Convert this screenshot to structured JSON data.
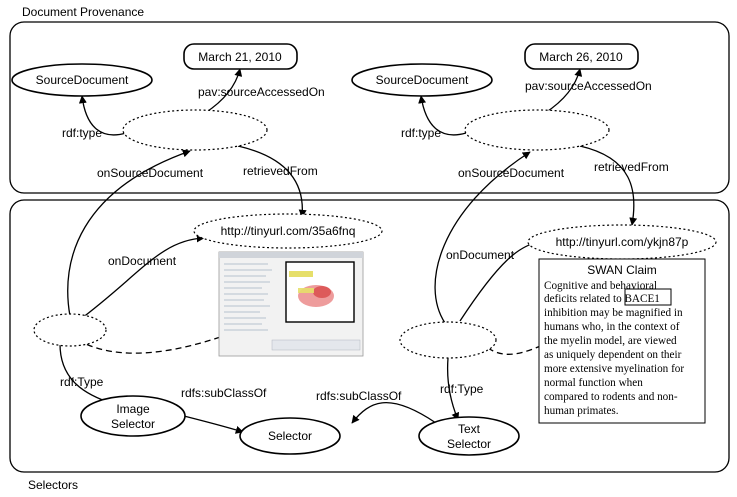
{
  "panels": {
    "top_title": "Document Provenance",
    "bottom_title": "Selectors"
  },
  "left_group": {
    "source_document": "SourceDocument",
    "date": "March 21, 2010",
    "url": "http://tinyurl.com/35a6fnq"
  },
  "right_group": {
    "source_document": "SourceDocument",
    "date": "March 26, 2010",
    "url": "http://tinyurl.com/ykjn87p"
  },
  "edge_labels": {
    "rdf_type": "rdf:type",
    "rdf_type_upper": "rdf:Type",
    "source_accessed_on": "pav:sourceAccessedOn",
    "on_source_document": "onSourceDocument",
    "retrieved_from": "retrievedFrom",
    "on_document": "onDocument",
    "subclass_of": "rdfs:subClassOf"
  },
  "selector_nodes": {
    "image_selector_line1": "Image",
    "image_selector_line2": "Selector",
    "selector": "Selector",
    "text_selector_line1": "Text",
    "text_selector_line2": "Selector"
  },
  "swan_claim": {
    "title": "SWAN Claim",
    "lines": [
      "Cognitive and behavioral",
      "deficits related to BACE1",
      "inhibition may be magnified in",
      "humans who, in the context of",
      "the myelin model, are viewed",
      "as uniquely dependent on their",
      "more extensive myelination for",
      "normal function when",
      "compared to rodents and non-",
      "human primates."
    ],
    "highlight": "BACE1"
  }
}
